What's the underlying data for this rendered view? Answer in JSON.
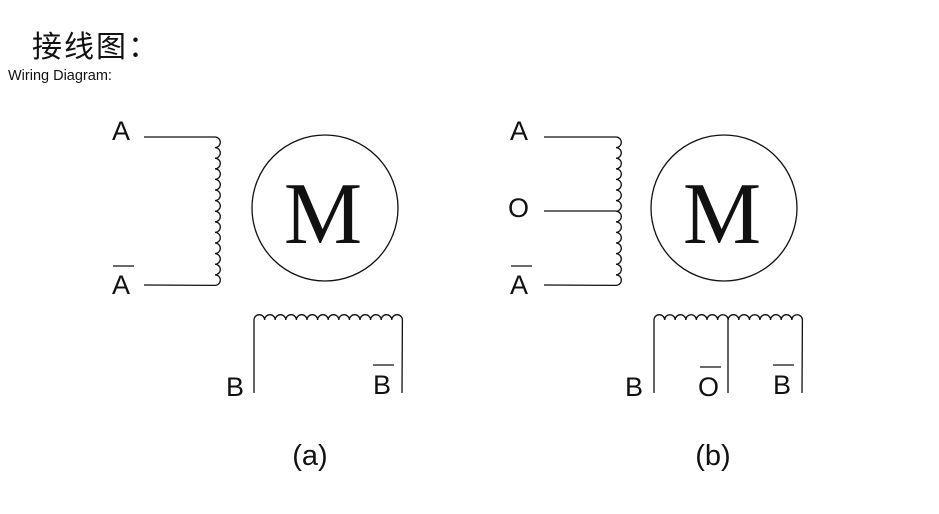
{
  "header": {
    "title_cn": "接线图：",
    "title_en": "Wiring Diagram:"
  },
  "diagrams": {
    "a": {
      "caption": "(a)",
      "motor": "M",
      "coil1": {
        "top": "A",
        "bottom": "A"
      },
      "coil2": {
        "left": "B",
        "right": "B"
      }
    },
    "b": {
      "caption": "(b)",
      "motor": "M",
      "coil1": {
        "top": "A",
        "center": "O",
        "bottom": "A"
      },
      "coil2": {
        "left": "B",
        "center": "O",
        "right": "B"
      }
    }
  }
}
